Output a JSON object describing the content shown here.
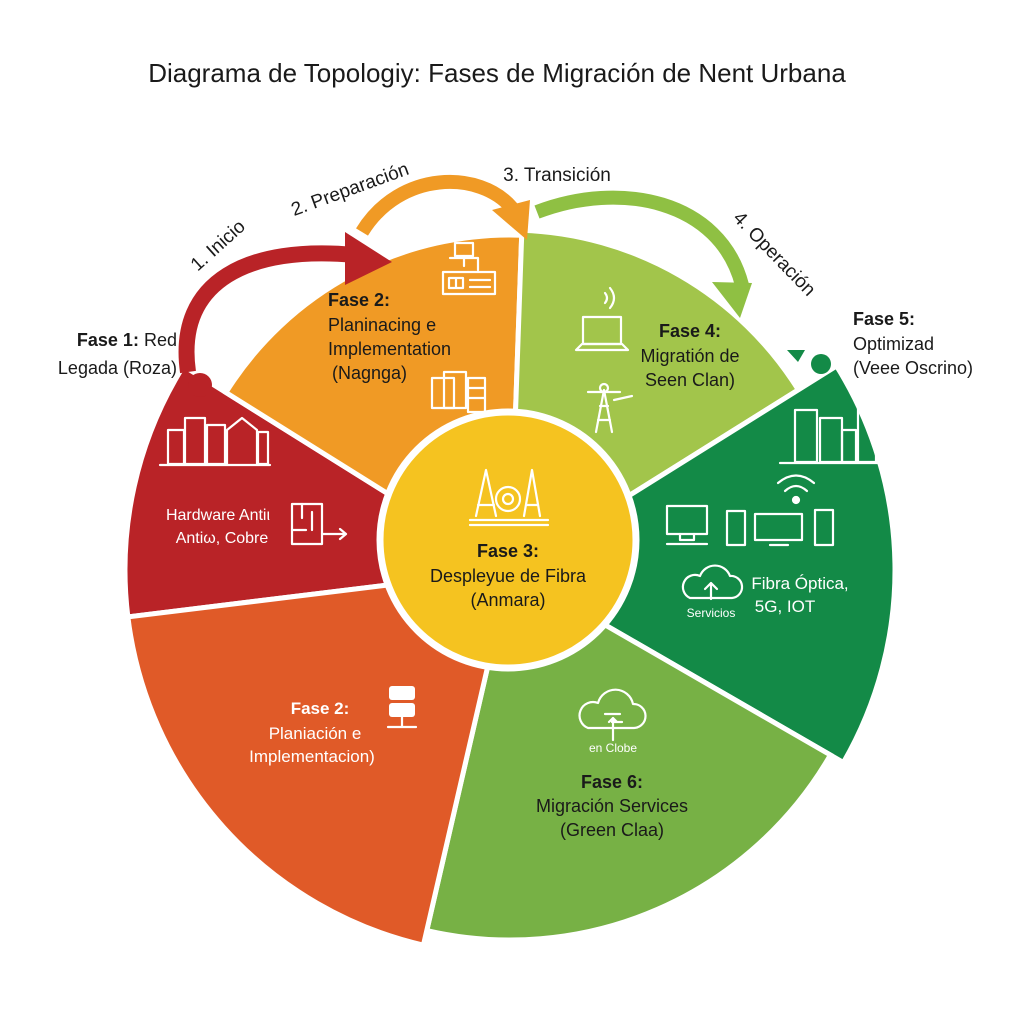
{
  "title": "Diagrama de Topologiy: Fases de Migración de Nent Urbana",
  "colors": {
    "red": "#b92327",
    "orange": "#f09a25",
    "light_green": "#a2c54b",
    "dark_green": "#138a47",
    "mid_green": "#77b145",
    "orange_red": "#e05a28",
    "yellow": "#f5c320"
  },
  "steps": [
    "1. Inicio",
    "2. Preparación",
    "3. Transición",
    "4. Operación"
  ],
  "fase1": {
    "bold": "Fase 1:",
    "line1": "Red",
    "line2": "Legada (Roza)"
  },
  "fase2_top": {
    "bold": "Fase 2:",
    "line1": "Planinacing e",
    "line2": "Implementation",
    "line3": "(Nagnga)"
  },
  "fase4": {
    "bold": "Fase 4:",
    "line1": "Migratión de",
    "line2": "Seen Clan)"
  },
  "fase5": {
    "bold": "Fase 5:",
    "line1": "Optimizad",
    "line2": "(Veee Oscrino)"
  },
  "hardware": {
    "line1": "Hardware Antiι",
    "line2": "Antiω, Cobre"
  },
  "fase3": {
    "bold": "Fase 3:",
    "line1": "Despleyue de Fibra",
    "line2": "(Anmara)"
  },
  "dark_green_seg": {
    "line1": "Fibra Óptica,",
    "line2": "5G, IOT",
    "cloud_label": "Servicios"
  },
  "fase2_low": {
    "bold": "Fase 2:",
    "line1": "Planiación e",
    "line2": "Implementacion)"
  },
  "fase6": {
    "cloud_label": "en Clobe",
    "bold": "Fase 6:",
    "line1": "Migración Services",
    "line2": "(Green Claa)"
  },
  "icons": [
    "buildings-icon",
    "floorplan-icon",
    "network-device-icon",
    "documents-database-icon",
    "laptop-wifi-icon",
    "antenna-tower-icon",
    "city-icon",
    "wifi-icon",
    "devices-icon",
    "cloud-upload-icon",
    "server-icon",
    "cloud-sync-icon",
    "fiber-towers-icon"
  ]
}
